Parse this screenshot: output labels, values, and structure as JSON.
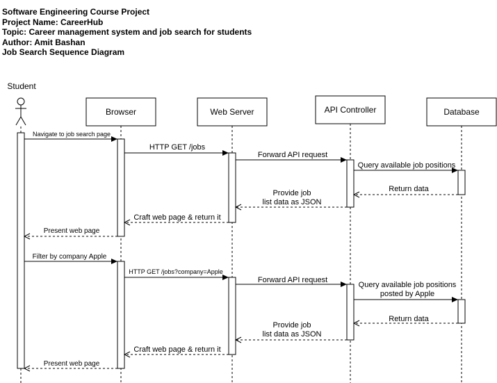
{
  "header": {
    "course": "Software Engineering Course Project",
    "project": "Project Name: CareerHub",
    "topic": "Topic: Career management system and job search for students",
    "author": "Author: Amit Bashan",
    "title": "Job Search Sequence Diagram"
  },
  "participants": {
    "student": "Student",
    "browser": "Browser",
    "webserver": "Web Server",
    "api": "API Controller",
    "database": "Database"
  },
  "messages": [
    {
      "label": "Navigate to job search page"
    },
    {
      "label": "HTTP GET /jobs"
    },
    {
      "label": "Forward API request"
    },
    {
      "label": "Query available job positions"
    },
    {
      "label": "Return data"
    },
    {
      "label": "Provide job",
      "label2": "list data as JSON"
    },
    {
      "label": "Craft web page & return it"
    },
    {
      "label": "Present web page"
    },
    {
      "label": "Filter by company Apple"
    },
    {
      "label": "HTTP GET /jobs?company=Apple"
    },
    {
      "label": "Forward API request"
    },
    {
      "label": "Query available job positions",
      "label2": "posted by Apple"
    },
    {
      "label": "Return data"
    },
    {
      "label": "Provide job",
      "label2": "list data as JSON"
    },
    {
      "label": "Craft web page & return it"
    },
    {
      "label": "Present web page"
    }
  ]
}
